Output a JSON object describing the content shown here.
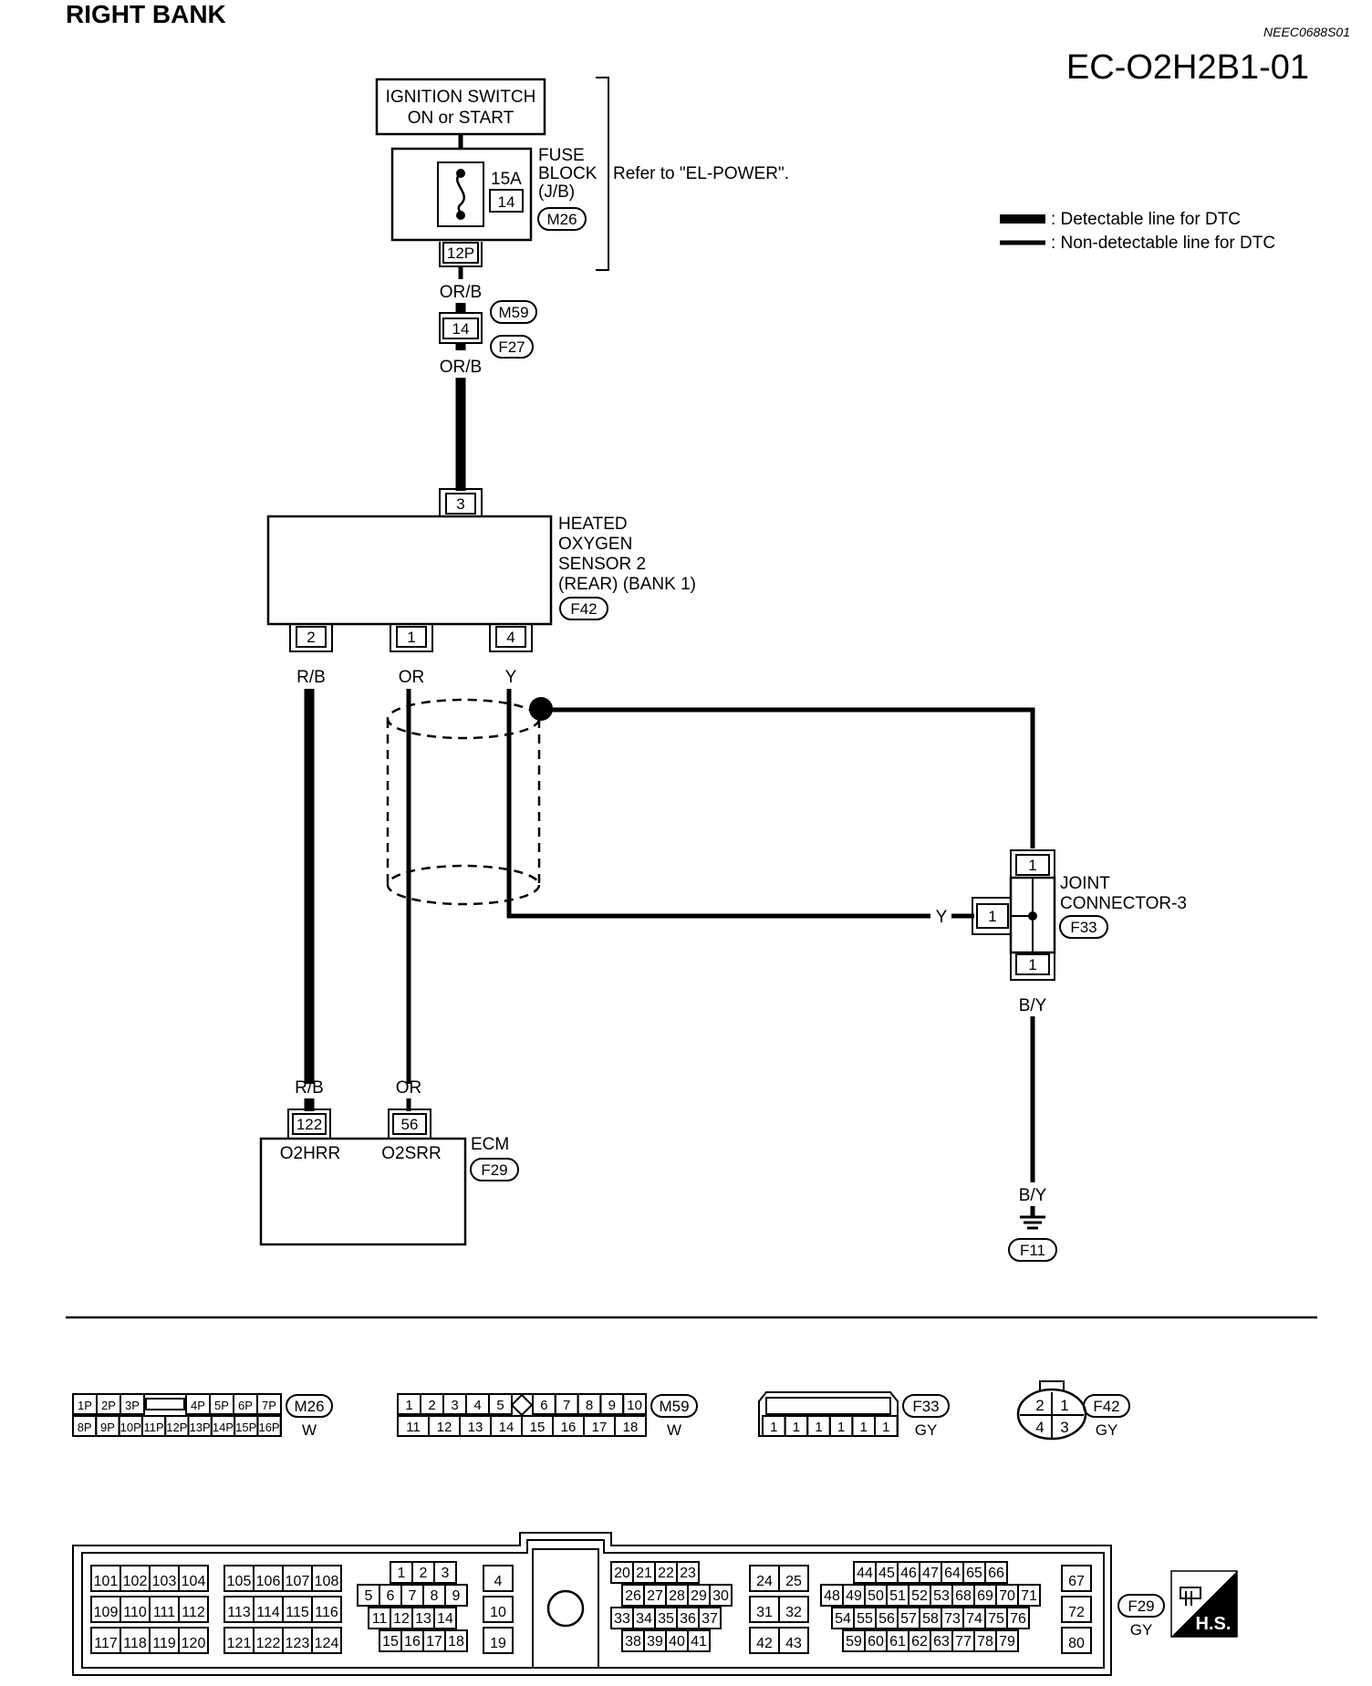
{
  "header": {
    "title": "RIGHT BANK",
    "code": "NEEC0688S01",
    "diagram_id": "EC-O2H2B1-01"
  },
  "legend": [
    {
      "label": ": Detectable line for DTC"
    },
    {
      "label": ": Non-detectable line for DTC"
    }
  ],
  "ignition": {
    "line1": "IGNITION SWITCH",
    "line2": "ON or START"
  },
  "fuse": {
    "amps": "15A",
    "number": "14",
    "label1": "FUSE",
    "label2": "BLOCK",
    "label3": "(J/B)",
    "connector": "M26",
    "pin": "12P",
    "note": "Refer to \"EL-POWER\"."
  },
  "harness": {
    "wire_top": "OR/B",
    "pin": "14",
    "conn_a": "M59",
    "conn_b": "F27",
    "wire_bottom": "OR/B"
  },
  "sensor": {
    "pin_top": "3",
    "name1": "HEATED",
    "name2": "OXYGEN",
    "name3": "SENSOR 2",
    "name4": "(REAR) (BANK 1)",
    "connector": "F42",
    "pins": [
      "2",
      "1",
      "4"
    ],
    "wires": [
      "R/B",
      "OR",
      "Y"
    ]
  },
  "joint": {
    "pin_top": "1",
    "pin_left": "1",
    "pin_bottom": "1",
    "wire_left": "Y",
    "name1": "JOINT",
    "name2": "CONNECTOR-3",
    "connector": "F33",
    "wire_bottom": "B/Y"
  },
  "ground": {
    "wire": "B/Y",
    "connector": "F11"
  },
  "ecm": {
    "wire_left": "R/B",
    "wire_right": "OR",
    "pin_left": "122",
    "pin_right": "56",
    "term_left": "O2HRR",
    "term_right": "O2SRR",
    "label": "ECM",
    "connector": "F29"
  },
  "connector_views": {
    "m26": {
      "id": "M26",
      "color": "W",
      "row1_left": [
        "1P",
        "2P",
        "3P"
      ],
      "row1_right": [
        "4P",
        "5P",
        "6P",
        "7P"
      ],
      "row2": [
        "8P",
        "9P",
        "10P",
        "11P",
        "12P",
        "13P",
        "14P",
        "15P",
        "16P"
      ]
    },
    "m59": {
      "id": "M59",
      "color": "W",
      "row1_left": [
        "1",
        "2",
        "3",
        "4",
        "5"
      ],
      "row1_right": [
        "6",
        "7",
        "8",
        "9",
        "10"
      ],
      "row2": [
        "11",
        "12",
        "13",
        "14",
        "15",
        "16",
        "17",
        "18"
      ]
    },
    "f33": {
      "id": "F33",
      "color": "GY",
      "row2": [
        "1",
        "1",
        "1",
        "1",
        "1",
        "1"
      ]
    },
    "f42": {
      "id": "F42",
      "color": "GY",
      "pins": [
        "2",
        "1",
        "4",
        "3"
      ]
    },
    "f29": {
      "id": "F29",
      "color": "GY",
      "g1": [
        [
          "101",
          "102",
          "103",
          "104"
        ],
        [
          "109",
          "110",
          "111",
          "112"
        ],
        [
          "117",
          "118",
          "119",
          "120"
        ]
      ],
      "g2": [
        [
          "105",
          "106",
          "107",
          "108"
        ],
        [
          "113",
          "114",
          "115",
          "116"
        ],
        [
          "121",
          "122",
          "123",
          "124"
        ]
      ],
      "g3": [
        [
          "1",
          "2",
          "3"
        ],
        [
          "5",
          "6",
          "7",
          "8",
          "9"
        ],
        [
          "11",
          "12",
          "13",
          "14"
        ],
        [
          "15",
          "16",
          "17",
          "18"
        ]
      ],
      "g4": [
        [
          "4"
        ],
        [
          "10"
        ],
        [
          "19"
        ]
      ],
      "g5": [
        [
          "20",
          "21",
          "22",
          "23"
        ],
        [
          "26",
          "27",
          "28",
          "29",
          "30"
        ],
        [
          "33",
          "34",
          "35",
          "36",
          "37"
        ],
        [
          "38",
          "39",
          "40",
          "41"
        ]
      ],
      "g6": [
        [
          "24",
          "25"
        ],
        [
          "31",
          "32"
        ],
        [
          "42",
          "43"
        ]
      ],
      "g7": [
        [
          "44",
          "45",
          "46",
          "47",
          "64",
          "65",
          "66"
        ],
        [
          "48",
          "49",
          "50",
          "51",
          "52",
          "53",
          "68",
          "69",
          "70",
          "71"
        ],
        [
          "54",
          "55",
          "56",
          "57",
          "58",
          "73",
          "74",
          "75",
          "76"
        ],
        [
          "59",
          "60",
          "61",
          "62",
          "63",
          "77",
          "78",
          "79"
        ]
      ],
      "g8": [
        [
          "67"
        ],
        [
          "72"
        ],
        [
          "80"
        ]
      ]
    }
  },
  "hs_label": "H.S."
}
